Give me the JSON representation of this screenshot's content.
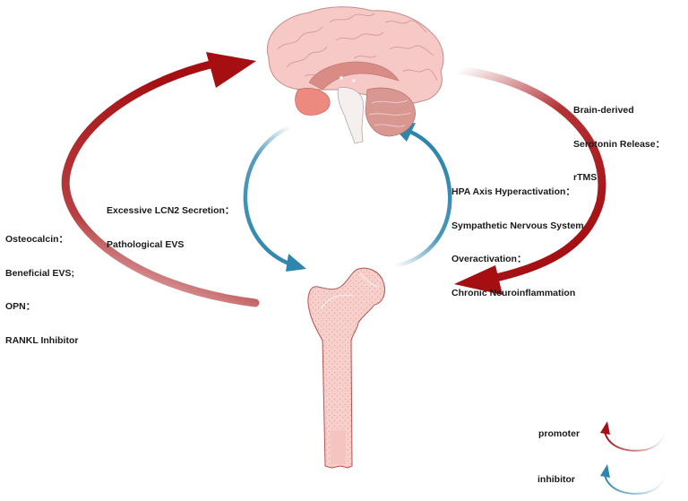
{
  "diagram": {
    "title": "Brain-bone crosstalk",
    "nodes": {
      "brain": {
        "name": "Brain"
      },
      "bone": {
        "name": "Femur (bone)"
      }
    },
    "labels": {
      "bone_to_brain_promoter": {
        "lines": [
          "Osteocalcin：",
          "Beneficial EVS;",
          "OPN：",
          "RANKL Inhibitor"
        ]
      },
      "bone_to_brain_inhibitor": {
        "lines": [
          "Excessive LCN2 Secretion：",
          "Pathological EVS"
        ]
      },
      "brain_to_bone_inhibitor": {
        "lines": [
          "HPA Axis Hyperactivation：",
          "Sympathetic Nervous System",
          "Overactivation：",
          "Chronic Neuroinflammation"
        ]
      },
      "brain_to_bone_promoter": {
        "lines": [
          "Brain-derived",
          "Serotonin Release：",
          "rTMS"
        ]
      }
    },
    "legend": {
      "promoter": {
        "label": "promoter",
        "color": "#a50f12"
      },
      "inhibitor": {
        "label": "inhibitor",
        "color": "#2e86ad"
      }
    },
    "colors": {
      "promoter_arrow": "#a50f12",
      "inhibitor_arrow": "#2e86ad",
      "brain_fill": "#f6c9c6",
      "brain_outline": "#c98a86",
      "brain_inner": "#d98b86",
      "cerebellum": "#d99791",
      "amygdala": "#ec8a80",
      "bone_fill": "#f7cfcb",
      "bone_outline": "#b8524f"
    }
  }
}
